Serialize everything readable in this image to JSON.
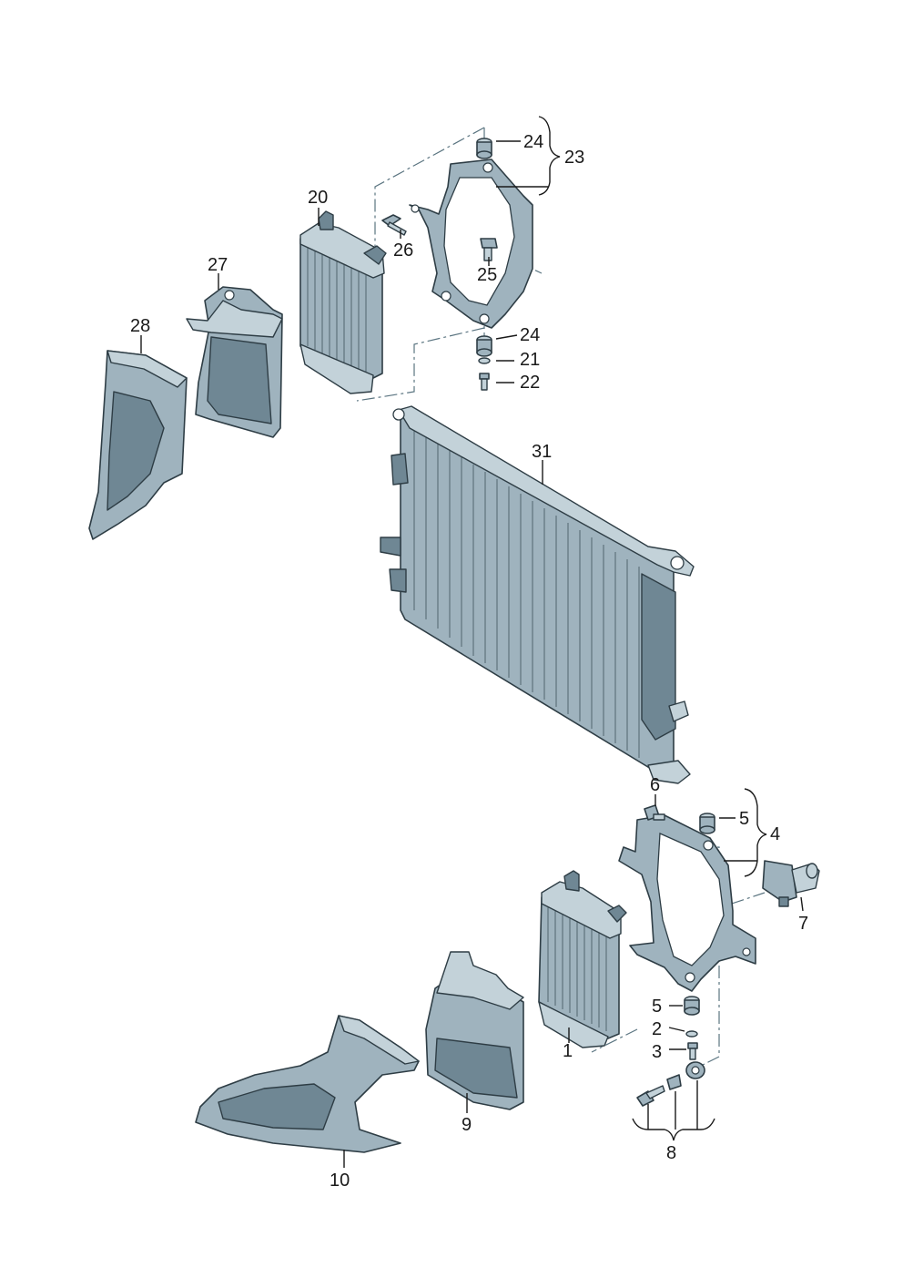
{
  "diagram": {
    "callouts": {
      "c1": "1",
      "c2": "2",
      "c3": "3",
      "c4": "4",
      "c5a": "5",
      "c5b": "5",
      "c6": "6",
      "c7": "7",
      "c8": "8",
      "c9": "9",
      "c10": "10",
      "c20": "20",
      "c21": "21",
      "c22": "22",
      "c23": "23",
      "c24a": "24",
      "c24b": "24",
      "c25": "25",
      "c26": "26",
      "c27": "27",
      "c28": "28",
      "c31": "31"
    },
    "colors": {
      "part": "#9fb3be",
      "outline": "#2e3d45",
      "leader": "#1a1a1a"
    }
  }
}
